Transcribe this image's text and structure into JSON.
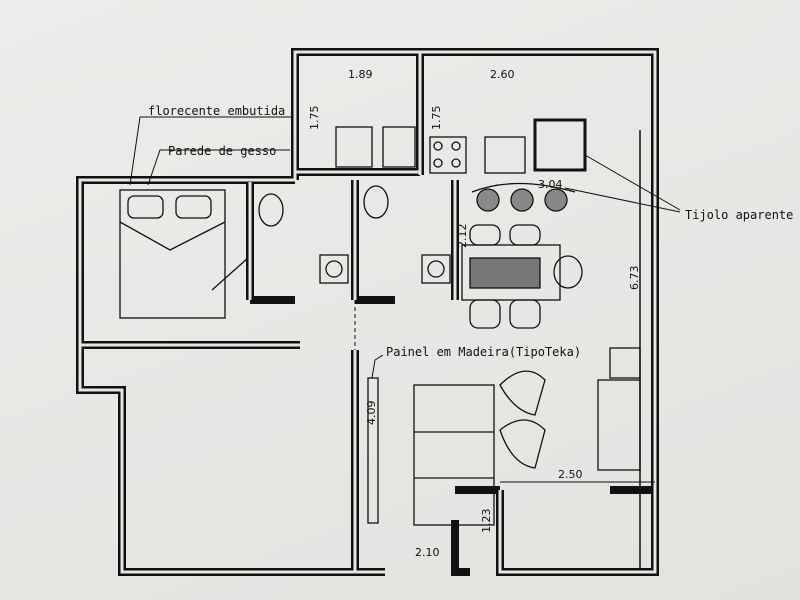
{
  "annotations": {
    "ceiling_light": "florecente embutida",
    "drywall": "Parede de gesso",
    "exposed_brick": "Tijolo aparente",
    "wood_panel": "Painel em Madeira(TipoTeka)"
  },
  "dimensions": {
    "service_width": "1.89",
    "service_depth": "1.75",
    "kitchen_width": "2.60",
    "kitchen_depth": "1.75",
    "counter": "3.04",
    "dining": "2.12",
    "living_depth": "6.73",
    "panel": "4.09",
    "balcony_width": "2.50",
    "balcony_depth": "1.23",
    "entry": "2.10"
  },
  "colors": {
    "ink": "#111111",
    "paper": "#e6e7e3"
  }
}
